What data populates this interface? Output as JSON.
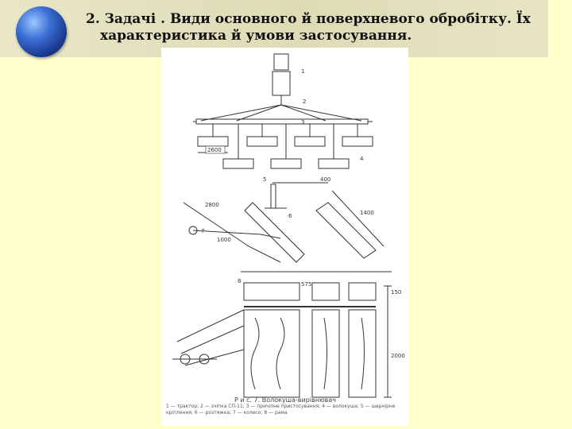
{
  "slide": {
    "title_line1": "2. Задачі . Види основного й поверхневого обробітку. Їх",
    "title_line2": "характеристика й умови застосування."
  },
  "figure": {
    "dimensions": [
      "2600",
      "1000",
      "400",
      "1400",
      "2000",
      "2800",
      "150",
      "575"
    ],
    "callouts": [
      "1",
      "2",
      "3",
      "4",
      "5",
      "6",
      "7",
      "8"
    ],
    "caption_title": "Р и с. 7. Волокуша-вирівнювач",
    "caption_text": "1 — трактор; 2 — зчіпка СП-11; 3 — причіпне пристосування; 4 — волокуша; 5 — шарнірне кріплення; 6 — розтяжка; 7 — колесо; 8 — рама"
  }
}
